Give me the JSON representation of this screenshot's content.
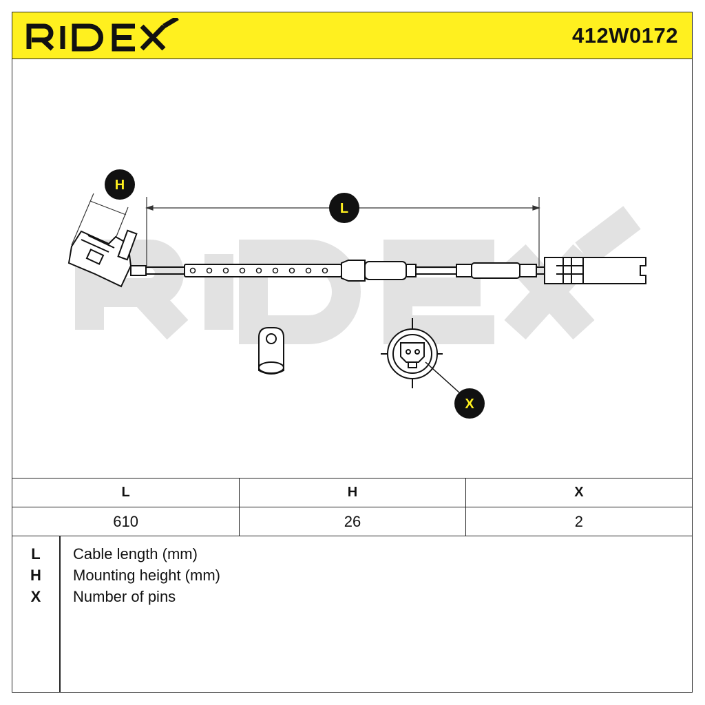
{
  "header": {
    "brand": "RIDEX",
    "part_number": "412W0172",
    "brand_color": "#fff01f"
  },
  "drawing": {
    "watermark": "RIDEX",
    "dimension_labels": {
      "L": "L",
      "H": "H",
      "X": "X"
    }
  },
  "spec_table": {
    "headers": [
      "L",
      "H",
      "X"
    ],
    "values": [
      "610",
      "26",
      "2"
    ]
  },
  "legend": [
    {
      "key": "L",
      "description": "Cable length (mm)"
    },
    {
      "key": "H",
      "description": "Mounting height (mm)"
    },
    {
      "key": "X",
      "description": "Number of pins"
    }
  ]
}
